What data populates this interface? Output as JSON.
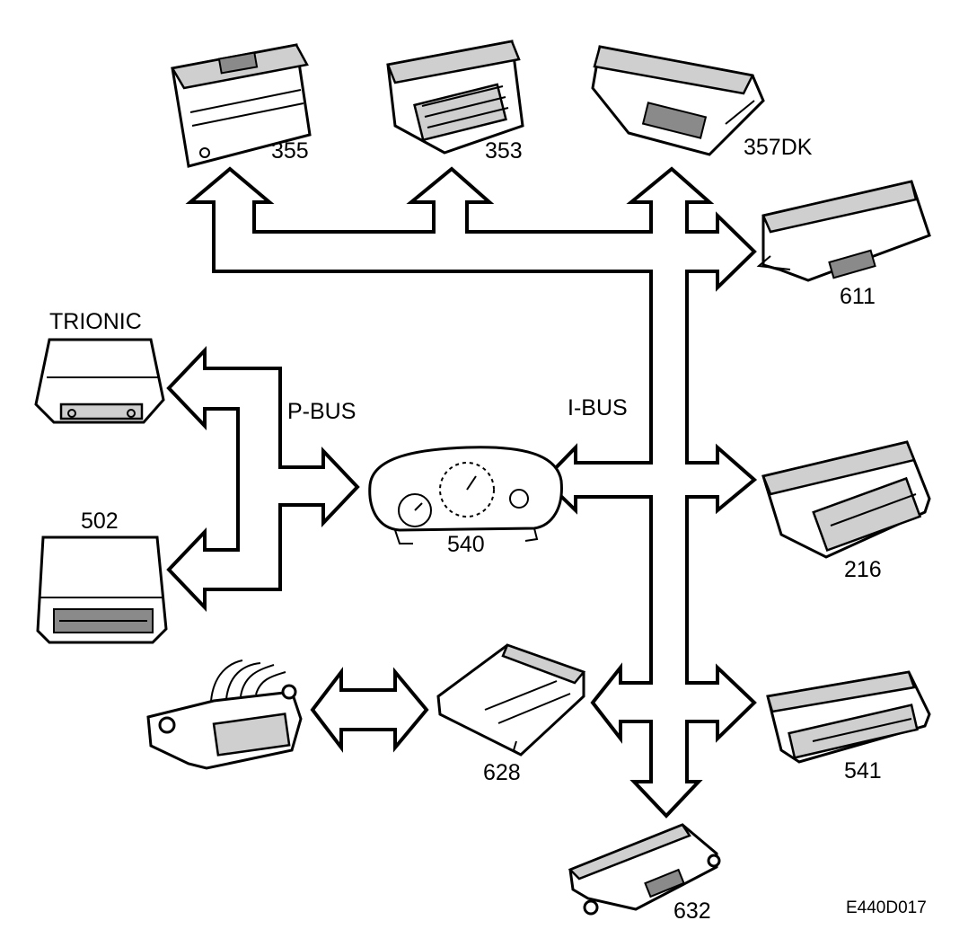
{
  "labels": {
    "trionic": "TRIONIC",
    "p_bus": "P-BUS",
    "i_bus": "I-BUS",
    "ref_code": "E440D017"
  },
  "modules": {
    "m355": "355",
    "m353": "353",
    "m357dk": "357DK",
    "m611": "611",
    "m502": "502",
    "m540": "540",
    "m216": "216",
    "m628": "628",
    "m541": "541",
    "m632": "632"
  }
}
